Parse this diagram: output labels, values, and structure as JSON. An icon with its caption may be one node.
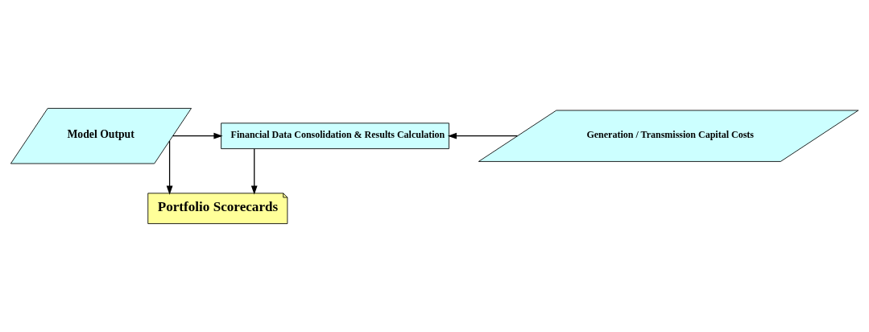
{
  "diagram": {
    "nodes": [
      {
        "text": [
          "Model Output"
        ]
      },
      {
        "text": [
          "Financial Data Consolidation & Results Calculation"
        ]
      },
      {
        "text": [
          "Generation / Transmission Capital Costs"
        ]
      },
      {
        "text": [
          "Portfolio Scorecards"
        ]
      }
    ],
    "edges": [
      {
        "from": 0,
        "to": 1,
        "arrow": "to"
      },
      {
        "from": 2,
        "to": 1,
        "arrow": "to"
      },
      {
        "from": 1,
        "to": 3,
        "arrow": "to"
      },
      {
        "from": 0,
        "to": 3,
        "arrow": "to"
      }
    ]
  }
}
